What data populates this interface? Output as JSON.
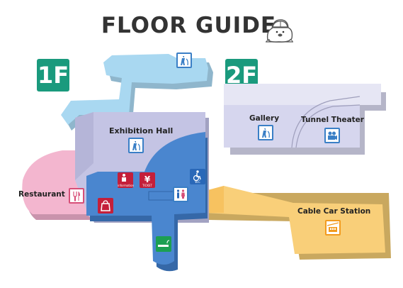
{
  "title": "FLOOR GUIDE",
  "floors": [
    {
      "label": "1F"
    },
    {
      "label": "2F"
    }
  ],
  "areas": {
    "exhibition_hall": "Exhibition Hall",
    "restaurant": "Restaurant",
    "gallery": "Gallery",
    "tunnel_theater": "Tunnel Theater",
    "cable_car_station": "Cable Car Station"
  },
  "icon_labels": {
    "information": "information",
    "ticket": "TICKET",
    "wc": "W.C"
  },
  "colors": {
    "floor_badge": "#1a9a7d",
    "exhibition": "#c4c4e4",
    "restaurant": "#f3b6cf",
    "lobby": "#4a86cf",
    "cable_car": "#f9cf79",
    "corridor": "#a9d8f1",
    "second_floor": "#d6d6ee"
  },
  "icons": [
    "guide-statue-icon",
    "restaurant-icon",
    "information-icon",
    "ticket-icon",
    "shop-icon",
    "restroom-icon",
    "wheelchair-accessible-wc-icon",
    "smoking-area-icon",
    "theater-icon",
    "cable-car-icon"
  ]
}
